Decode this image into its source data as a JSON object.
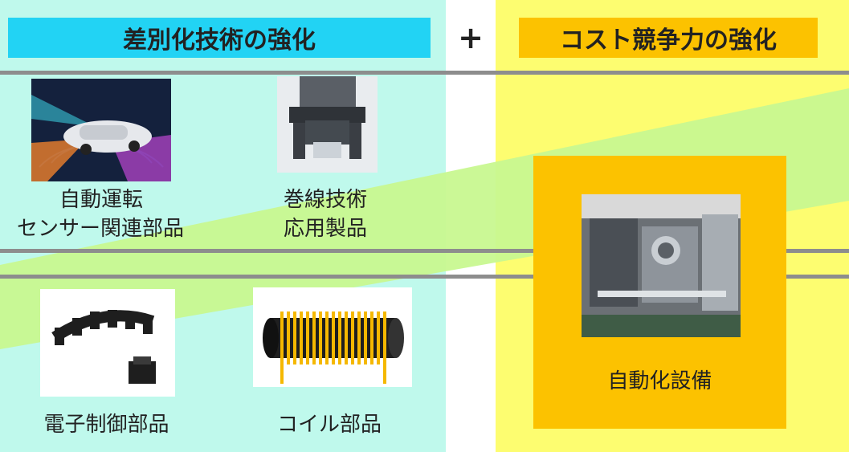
{
  "left_section": {
    "title": "差別化技術の強化"
  },
  "plus_sign": "+",
  "right_section": {
    "title": "コスト競争力の強化"
  },
  "products": [
    {
      "line1": "自動運転",
      "line2": "センサー関連部品"
    },
    {
      "line1": "巻線技術",
      "line2": "応用製品"
    },
    {
      "line1": "電子制御部品",
      "line2": ""
    },
    {
      "line1": "コイル部品",
      "line2": ""
    }
  ],
  "automation": {
    "label": "自動化設備"
  },
  "colors": {
    "left_bg": "#bff9ec",
    "right_bg": "#fdfd70",
    "left_title_bg": "#22d3f4",
    "right_title_bg": "#fcc200",
    "arrow": "#c8f890",
    "divider": "#8d8d8d"
  },
  "icons": [
    "car-sensor-image",
    "winding-machine-image",
    "electronic-part-image",
    "coil-image",
    "factory-equipment-image"
  ]
}
